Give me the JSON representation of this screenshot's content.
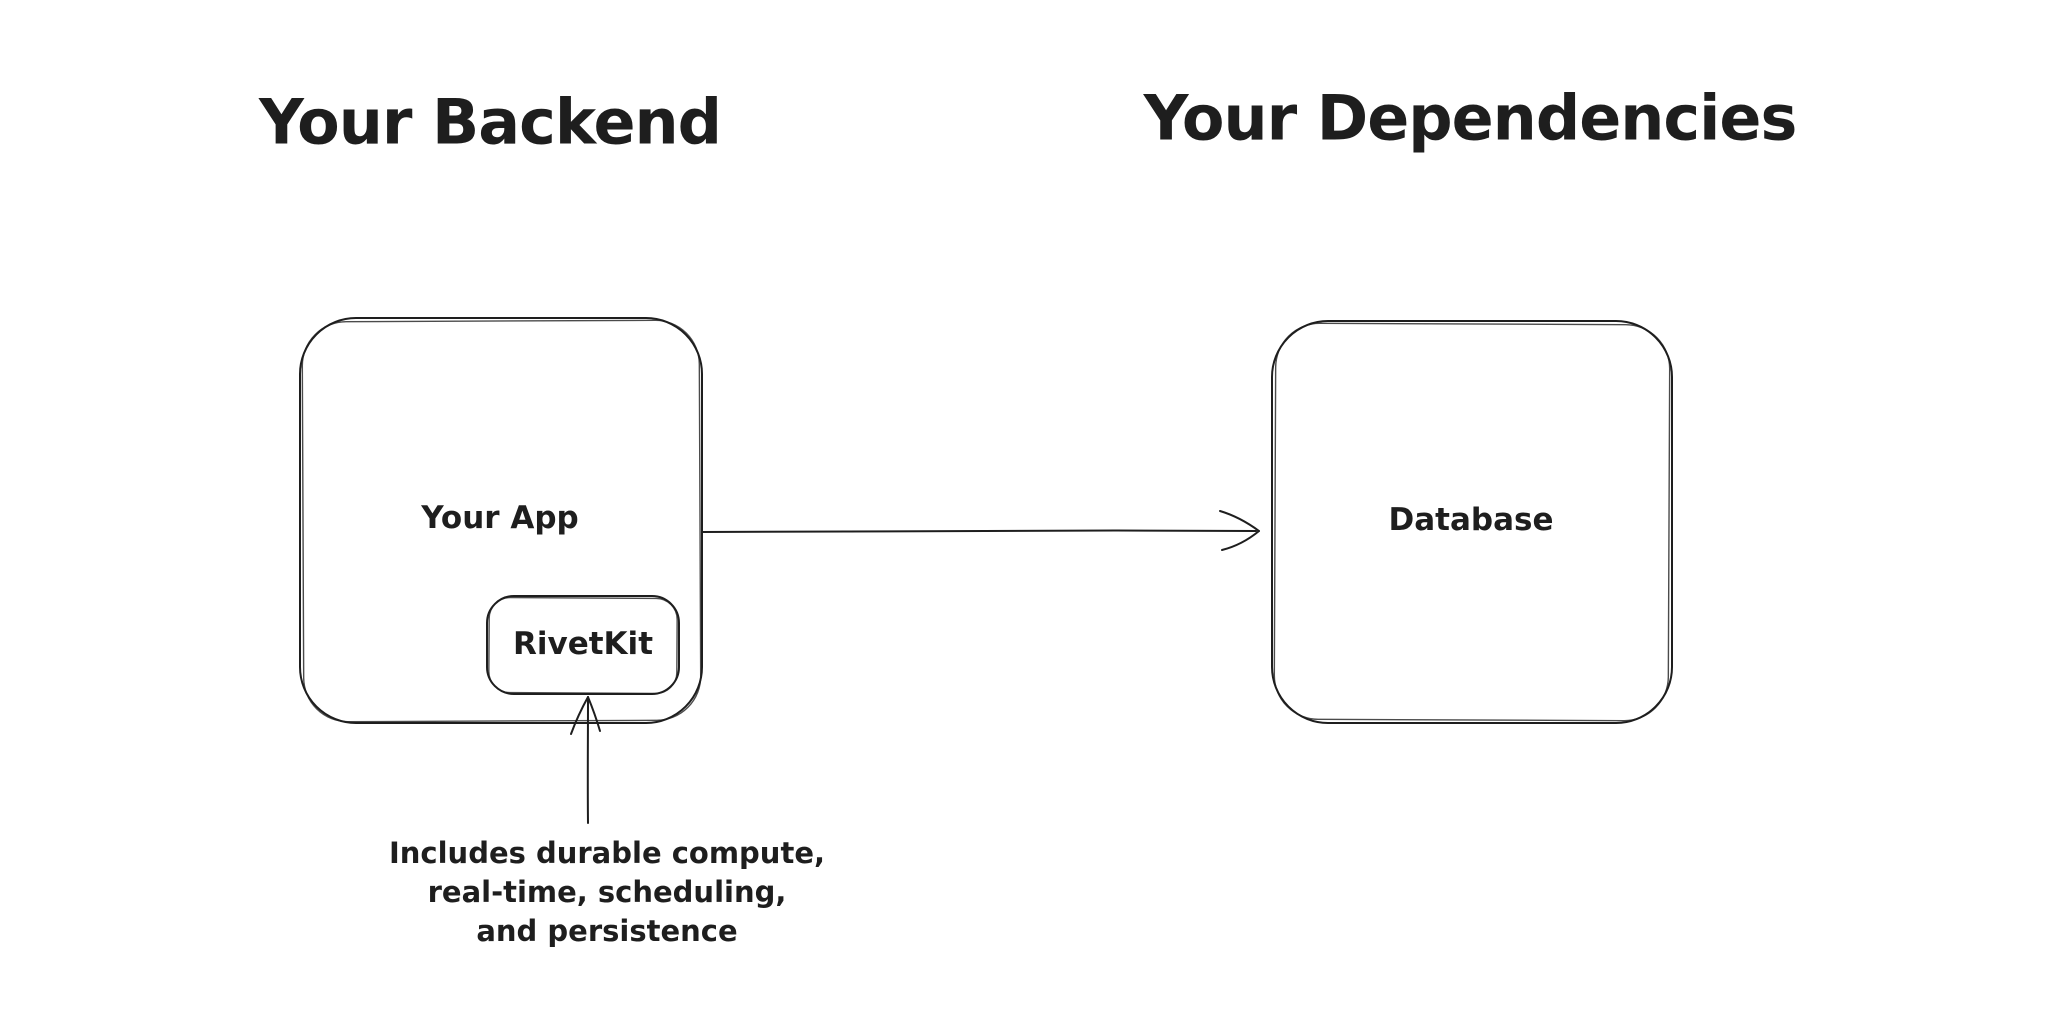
{
  "page": {
    "background_color": "#ffffff",
    "stroke_color": "#1e1e1e",
    "style": "hand-drawn-diagram"
  },
  "titles": {
    "backend": "Your Backend",
    "dependencies": "Your Dependencies"
  },
  "nodes": {
    "your_app": {
      "label": "Your App"
    },
    "rivetkit": {
      "label": "RivetKit"
    },
    "database": {
      "label": "Database"
    }
  },
  "edges": {
    "app_to_database": {
      "from": "Your App",
      "to": "Database",
      "direction": "right"
    },
    "note_to_rivetkit": {
      "from": "annotation",
      "to": "RivetKit",
      "direction": "up"
    }
  },
  "annotation": {
    "lines": [
      "Includes durable compute,",
      "real-time, scheduling,",
      "and persistence"
    ]
  }
}
